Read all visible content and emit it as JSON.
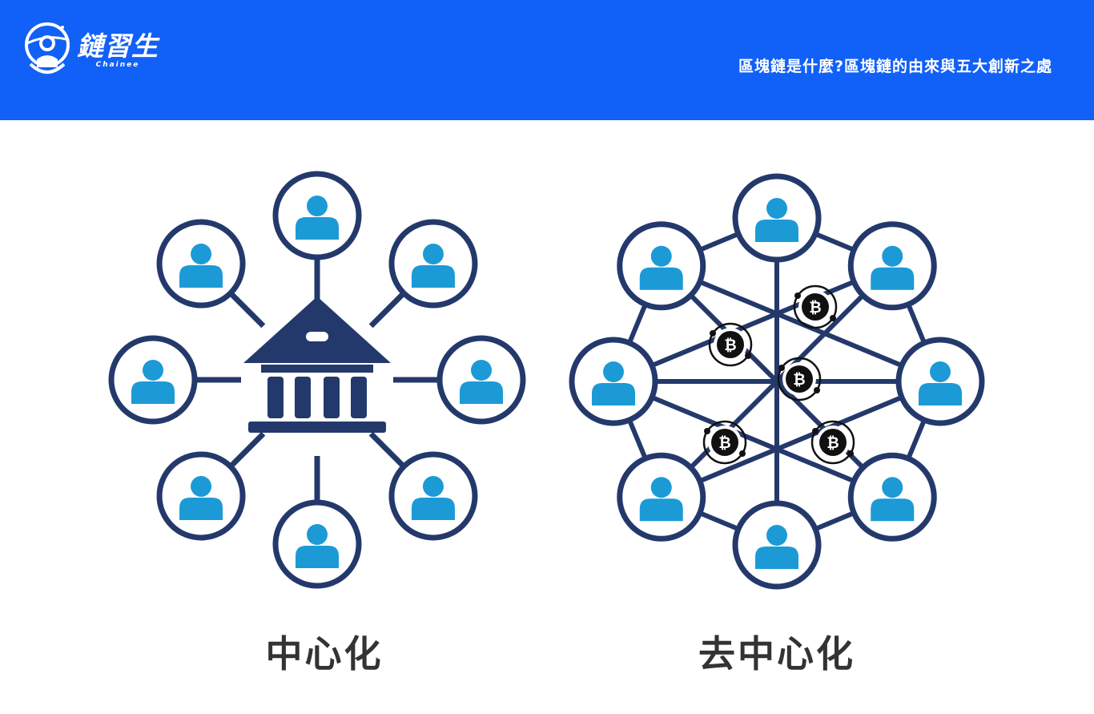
{
  "header": {
    "logo": {
      "name": "鏈習生",
      "subtitle": "Chainee",
      "icon": "astronaut-globe-icon"
    },
    "article_title": "區塊鏈是什麼?區塊鏈的由來與五大創新之處"
  },
  "diagrams": {
    "centralized": {
      "caption": "中心化",
      "hub_icon": "bank-building-icon",
      "node_icon": "user-icon",
      "node_count": 8
    },
    "decentralized": {
      "caption": "去中心化",
      "node_icon": "user-icon",
      "coin_icon": "bitcoin-icon",
      "node_count": 8,
      "coin_count": 5
    }
  },
  "colors": {
    "header_bg": "#1160f7",
    "navy": "#24396b",
    "user_blue": "#1c9ad6",
    "caption": "#333333",
    "coin": "#111111"
  }
}
